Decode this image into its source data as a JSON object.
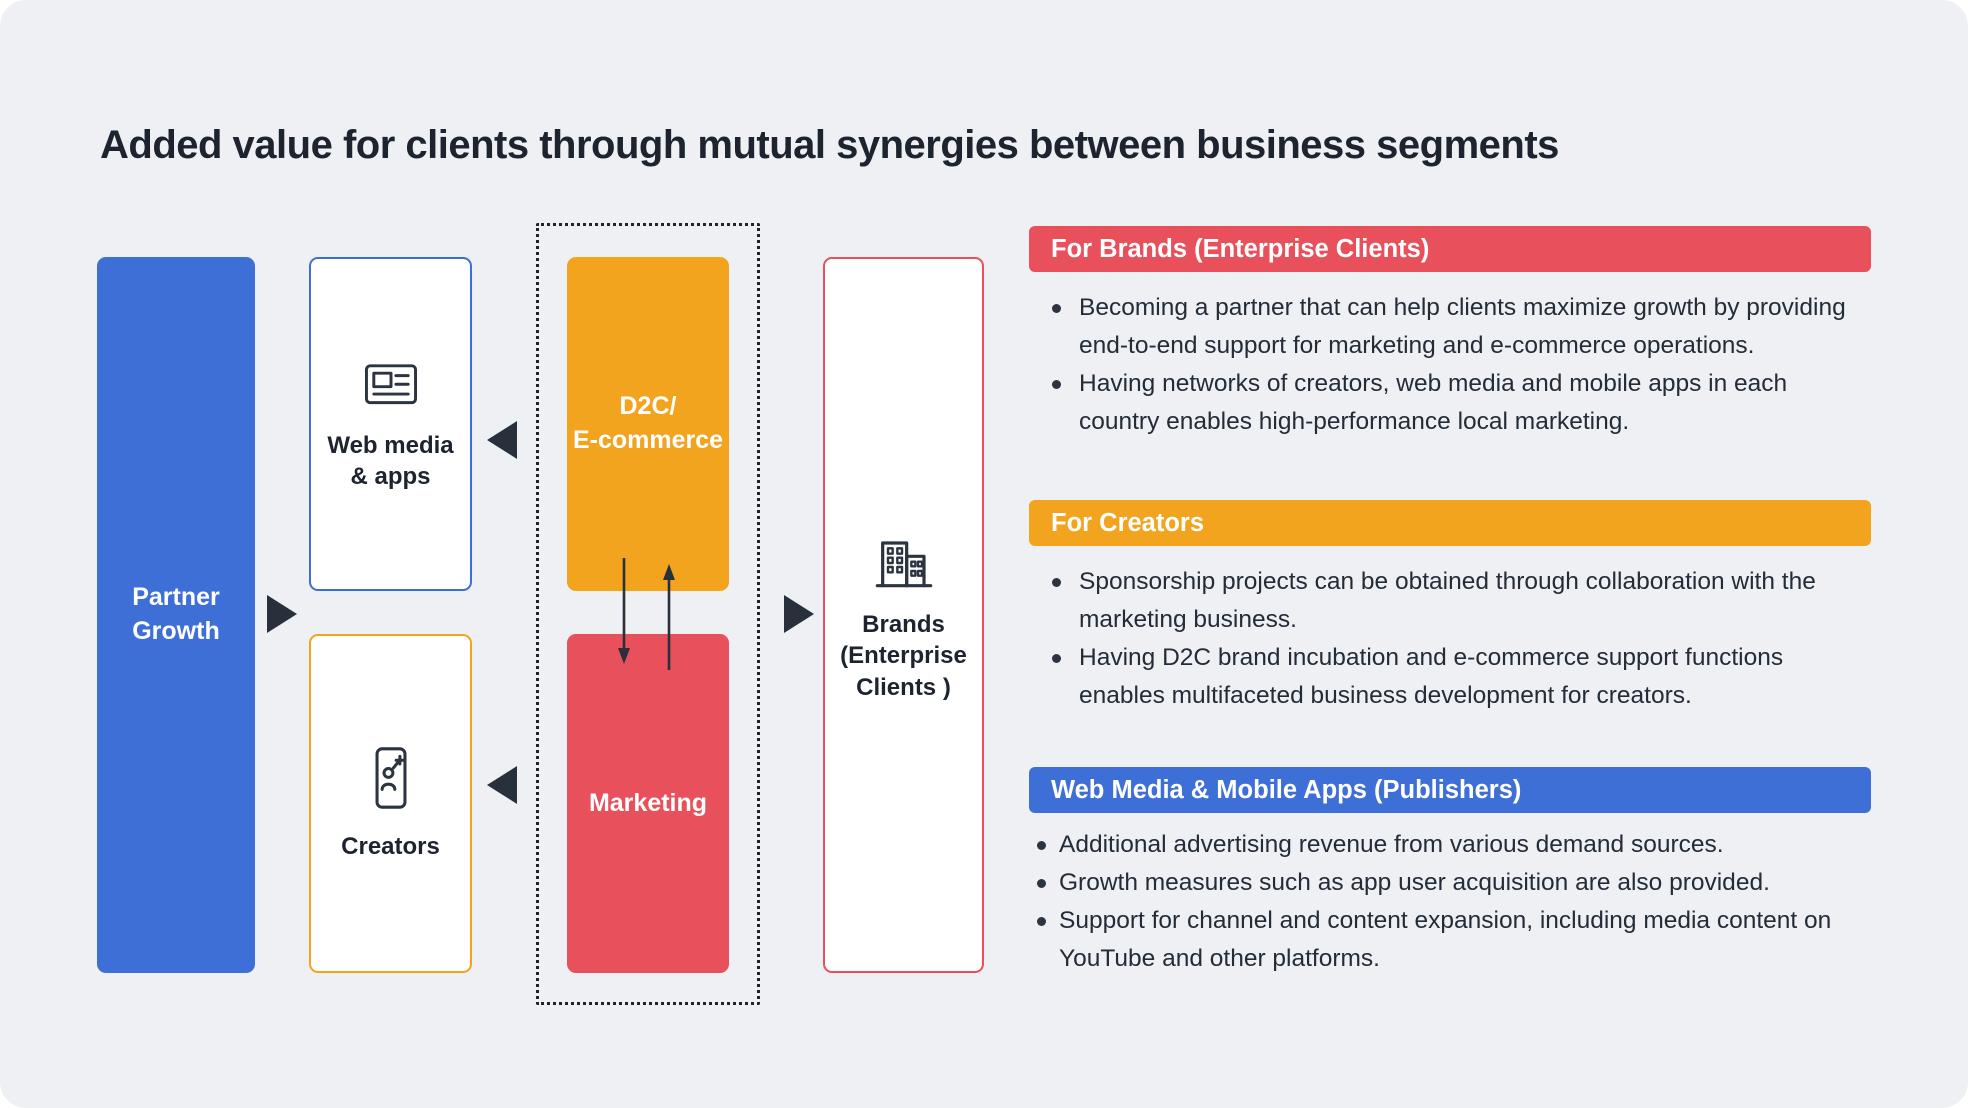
{
  "title": "Added value for clients through mutual synergies between business segments",
  "colors": {
    "blue": "#3e6fd6",
    "orange": "#f2a41f",
    "red": "#e8505b",
    "background": "#eef0f3",
    "ink": "#222b36"
  },
  "flow": {
    "partner_growth": "Partner\nGrowth",
    "web_media": "Web media\n& apps",
    "creators": "Creators",
    "d2c_ecommerce": "D2C/\nE-commerce",
    "marketing": "Marketing",
    "brands": "Brands\n(Enterprise\nClients )"
  },
  "icons": {
    "web_media": "newspaper-icon",
    "creators": "creator-phone-icon",
    "brands": "building-icon"
  },
  "panels": [
    {
      "title": "For Brands (Enterprise Clients)",
      "color": "#e8505b",
      "bullets": [
        "Becoming a partner that can help clients maximize growth by providing end-to-end support for marketing and e-commerce operations.",
        "Having networks of creators, web media and mobile apps in each country enables high-performance local marketing."
      ]
    },
    {
      "title": "For Creators",
      "color": "#f2a41f",
      "bullets": [
        "Sponsorship projects can be obtained through collaboration with the marketing business.",
        "Having D2C brand incubation and e-commerce support functions enables multifaceted business development for creators."
      ]
    },
    {
      "title": "Web Media & Mobile Apps (Publishers)",
      "color": "#3e6fd6",
      "bullets": [
        "Additional advertising revenue from various demand sources.",
        "Growth measures such as app user acquisition are also provided.",
        "Support for channel and content expansion, including media content on YouTube and other platforms."
      ]
    }
  ]
}
